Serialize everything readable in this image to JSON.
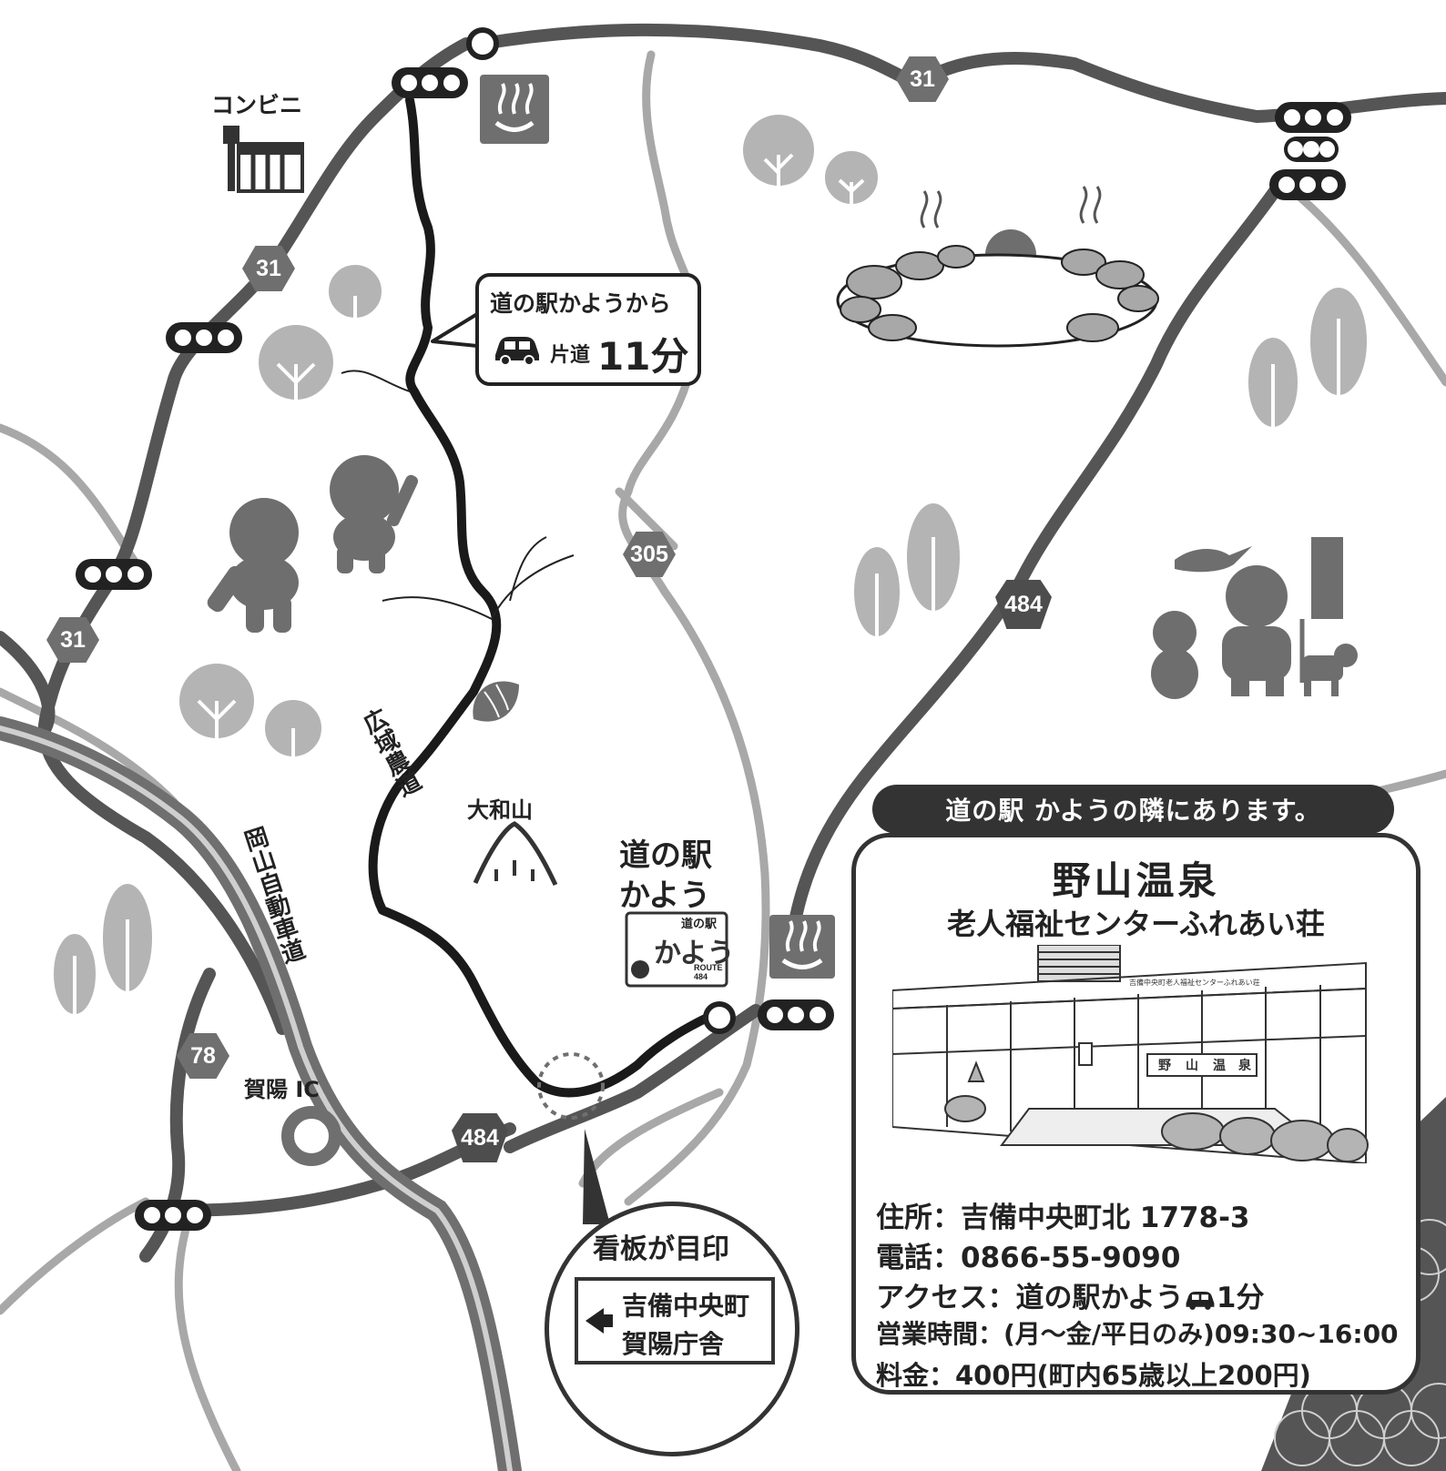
{
  "routes": {
    "r31_a": "31",
    "r31_b": "31",
    "r31_c": "31",
    "r305": "305",
    "r484_a": "484",
    "r484_b": "484",
    "r78": "78"
  },
  "places": {
    "convenience_store": "コンビニ",
    "mountain": "大和山",
    "interchange": "賀陽 IC",
    "michinoeki": "道の駅\nかよう",
    "kayo_logo_top": "道の駅",
    "kayo_logo_main": "かよう",
    "kayo_logo_route": "ROUTE\n484"
  },
  "road_names": {
    "kouiki_road": "広域農道",
    "expressway": "岡山自動車道"
  },
  "drive_bubble": {
    "line1": "道の駅かようから",
    "one_way": "片道",
    "minutes": "11分"
  },
  "signboard": {
    "title": "看板が目印",
    "line1": "吉備中央町",
    "line2": "賀陽庁舎"
  },
  "banner": "道の駅 かようの隣にあります。",
  "facility": {
    "name": "野山温泉",
    "subtitle": "老人福祉センターふれあい荘",
    "bldg_sign": "吉備中央町老人福祉センターふれあい荘",
    "shop_sign_1": "野",
    "shop_sign_2": "山",
    "shop_sign_3": "温",
    "shop_sign_4": "泉",
    "address": "住所：吉備中央町北 1778-3",
    "phone": "電話：0866-55-9090",
    "access_prefix": "アクセス：道の駅かよう",
    "access_suffix": "1分",
    "hours": "営業時間：(月～金/平日のみ)09:30~16:00",
    "fee": "料金：400円(町内65歳以上200円)"
  },
  "colors": {
    "road_dark": "#555555",
    "road_light": "#a8a8a8",
    "route_black": "#1a1a1a",
    "tree_fill": "#b4b4b4",
    "char_fill": "#6e6e6e"
  }
}
